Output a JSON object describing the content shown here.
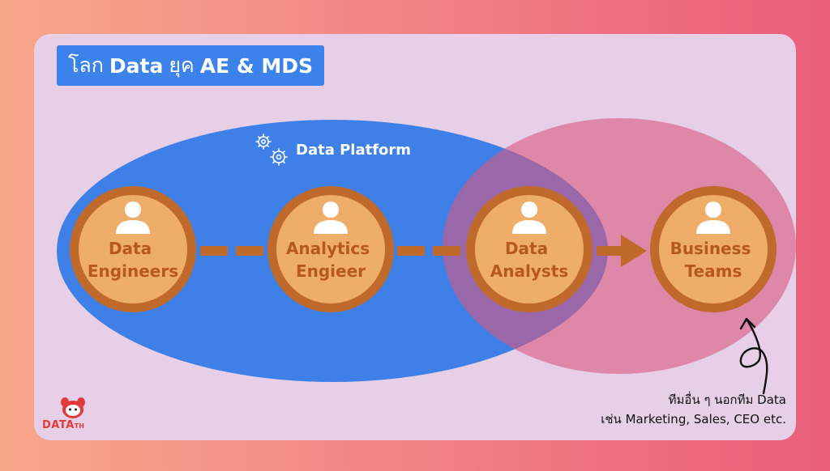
{
  "header": {
    "title_prefix": "โลก",
    "title_bold1": "Data",
    "title_mid": "ยุค",
    "title_bold2": "AE & MDS"
  },
  "diagram": {
    "platform_label": "Data Platform",
    "nodes": [
      {
        "line1": "Data",
        "line2": "Engineers"
      },
      {
        "line1": "Analytics",
        "line2": "Engieer"
      },
      {
        "line1": "Data",
        "line2": "Analysts"
      },
      {
        "line1": "Business",
        "line2": "Teams"
      }
    ]
  },
  "note": {
    "line1": "ทีมอื่น ๆ นอกทีม Data",
    "line2": "เช่น Marketing, Sales, CEO etc."
  },
  "logo": {
    "text_main": "DATA",
    "text_suffix": "TH"
  },
  "colors": {
    "platform_blue": "#3e80e8",
    "business_pink": "#d9577e",
    "node_fill": "#eeae6a",
    "node_ring": "#bf6a2a",
    "node_text": "#b5591f",
    "accent_red": "#e23b3b"
  }
}
